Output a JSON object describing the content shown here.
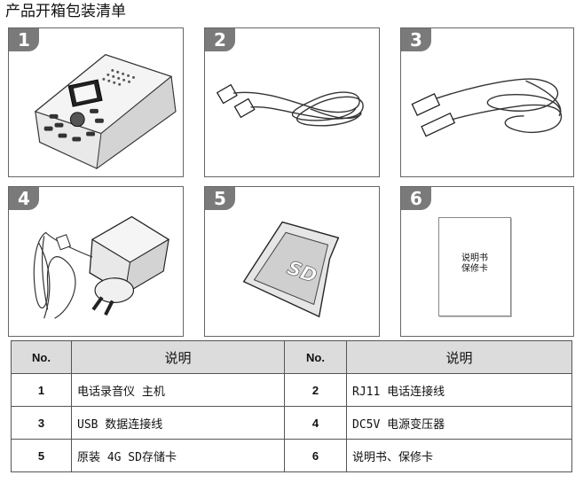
{
  "page_title": "产品开箱包装清单",
  "items": [
    {
      "number": "1",
      "icon": "recorder-icon"
    },
    {
      "number": "2",
      "icon": "rj11-cable-icon"
    },
    {
      "number": "3",
      "icon": "usb-cable-icon"
    },
    {
      "number": "4",
      "icon": "power-adapter-icon"
    },
    {
      "number": "5",
      "icon": "sd-card-icon"
    },
    {
      "number": "6",
      "icon": "manual-icon",
      "manual_lines": [
        "说明书",
        "保修卡"
      ]
    }
  ],
  "table": {
    "headers": {
      "no": "No.",
      "desc": "说明"
    },
    "rows": [
      [
        {
          "no": "1",
          "desc": "电话录音仪 主机"
        },
        {
          "no": "2",
          "desc": "RJ11 电话连接线"
        }
      ],
      [
        {
          "no": "3",
          "desc": "USB 数据连接线"
        },
        {
          "no": "4",
          "desc": "DC5V 电源变压器"
        }
      ],
      [
        {
          "no": "5",
          "desc": "原装 4G SD存储卡"
        },
        {
          "no": "6",
          "desc": "说明书、保修卡"
        }
      ]
    ]
  }
}
